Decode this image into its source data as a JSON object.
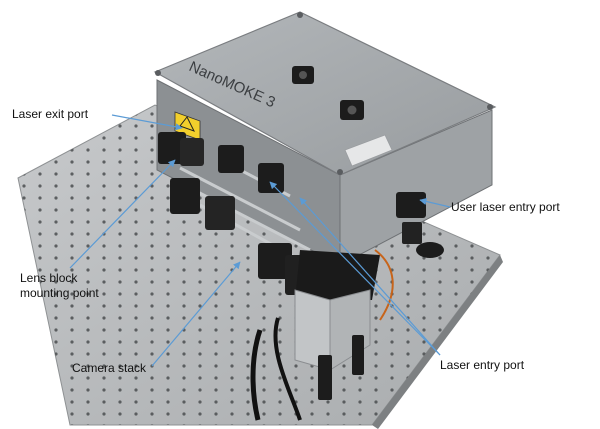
{
  "device": {
    "lid_text": "NanoMOKE 3"
  },
  "callouts": {
    "laser_exit_port": "Laser exit port",
    "user_laser_entry_port": "User laser entry port",
    "lens_block_line1": "Lens block",
    "lens_block_line2": "mounting point",
    "camera_stack": "Camera stack",
    "laser_entry_port": "Laser entry port"
  },
  "colors": {
    "leader_line": "#5b9bd5",
    "enclosure_top": "#a7abae",
    "enclosure_side": "#8f9396",
    "breadboard": "#b9bcbe",
    "mount_black": "#1c1c1c"
  }
}
